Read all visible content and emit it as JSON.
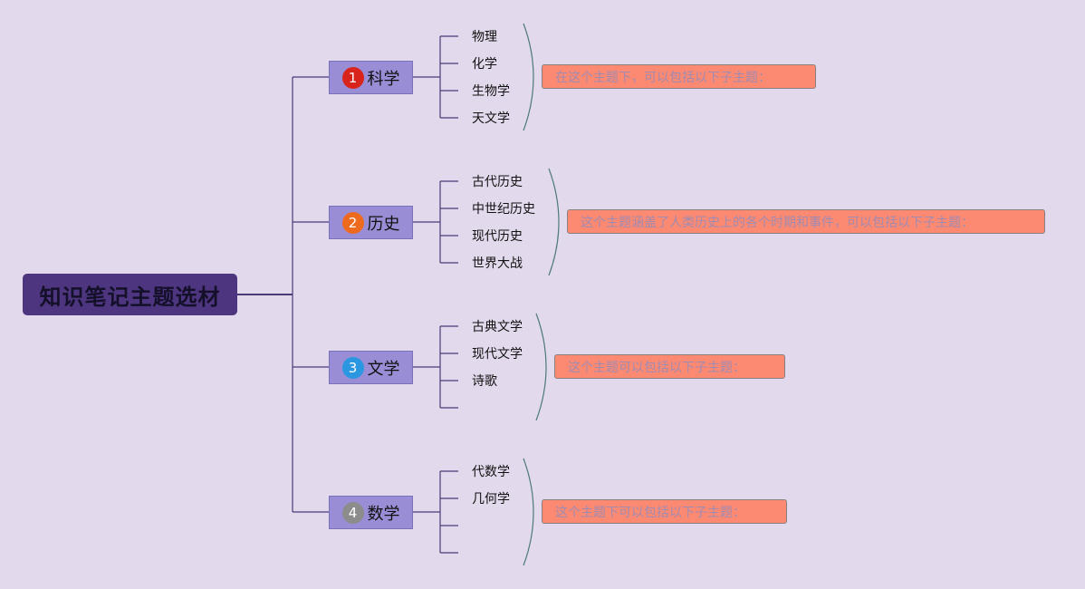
{
  "root": {
    "title": "知识笔记主题选材"
  },
  "branches": [
    {
      "label": "科学",
      "marker": {
        "number": "1",
        "color": "#d9241c"
      },
      "subtopics": [
        "物理",
        "化学",
        "生物学",
        "天文学"
      ],
      "note": "在这个主题下，可以包括以下子主题："
    },
    {
      "label": "历史",
      "marker": {
        "number": "2",
        "color": "#ee6a1f"
      },
      "subtopics": [
        "古代历史",
        "中世纪历史",
        "现代历史",
        "世界大战"
      ],
      "note": "这个主题涵盖了人类历史上的各个时期和事件，可以包括以下子主题："
    },
    {
      "label": "文学",
      "marker": {
        "number": "3",
        "color": "#2a97e0"
      },
      "subtopics": [
        "古典文学",
        "现代文学",
        "诗歌",
        ""
      ],
      "note": "这个主题可以包括以下子主题："
    },
    {
      "label": "数学",
      "marker": {
        "number": "4",
        "color": "#8c8c8c"
      },
      "subtopics": [
        "代数学",
        "几何学",
        "",
        ""
      ],
      "note": "这个主题下可以包括以下子主题："
    }
  ],
  "colors": {
    "background": "#e3d9ec",
    "root_fill": "#4e3580",
    "topic_fill": "#998ed6",
    "note_fill": "#fc8a72",
    "connector": "#4a3a78",
    "brace": "#4d7a78"
  }
}
